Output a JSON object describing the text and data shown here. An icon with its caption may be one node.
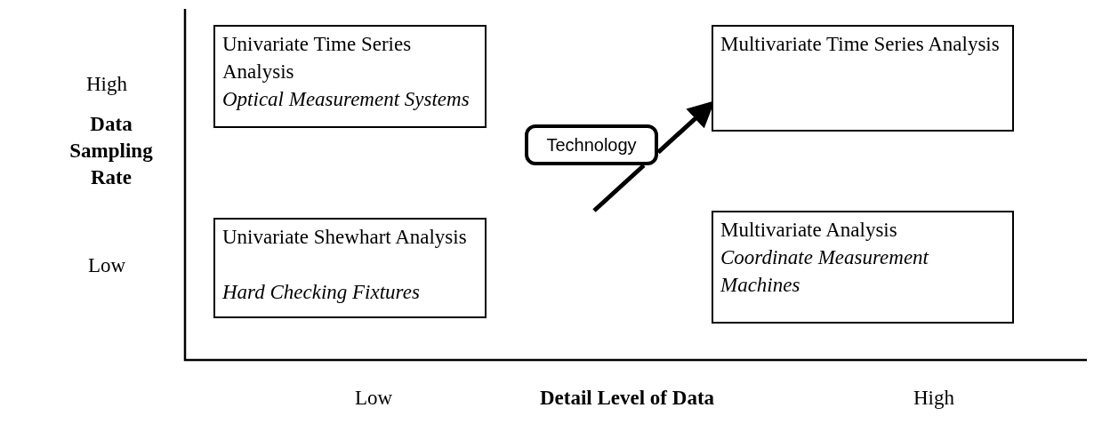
{
  "diagram": {
    "nodes": [
      {
        "text": [
          "Univariate Time Series Analysis",
          "Optical Measurement Systems"
        ]
      },
      {
        "text": [
          "Multivariate Time Series Analysis"
        ]
      },
      {
        "text": [
          "Technology"
        ]
      },
      {
        "text": [
          "Univariate Shewhart Analysis",
          "Hard Checking Fixtures"
        ]
      },
      {
        "text": [
          "Multivariate Analysis",
          "Coordinate Measurement Machines"
        ]
      }
    ],
    "edges": [
      {
        "from": null,
        "to": 2,
        "arrow": "none"
      },
      {
        "from": 2,
        "to": 1,
        "arrow": "to"
      }
    ],
    "labels": [
      "High",
      "Data Sampling Rate",
      "Low",
      "Low",
      "Detail Level of Data",
      "High"
    ]
  }
}
